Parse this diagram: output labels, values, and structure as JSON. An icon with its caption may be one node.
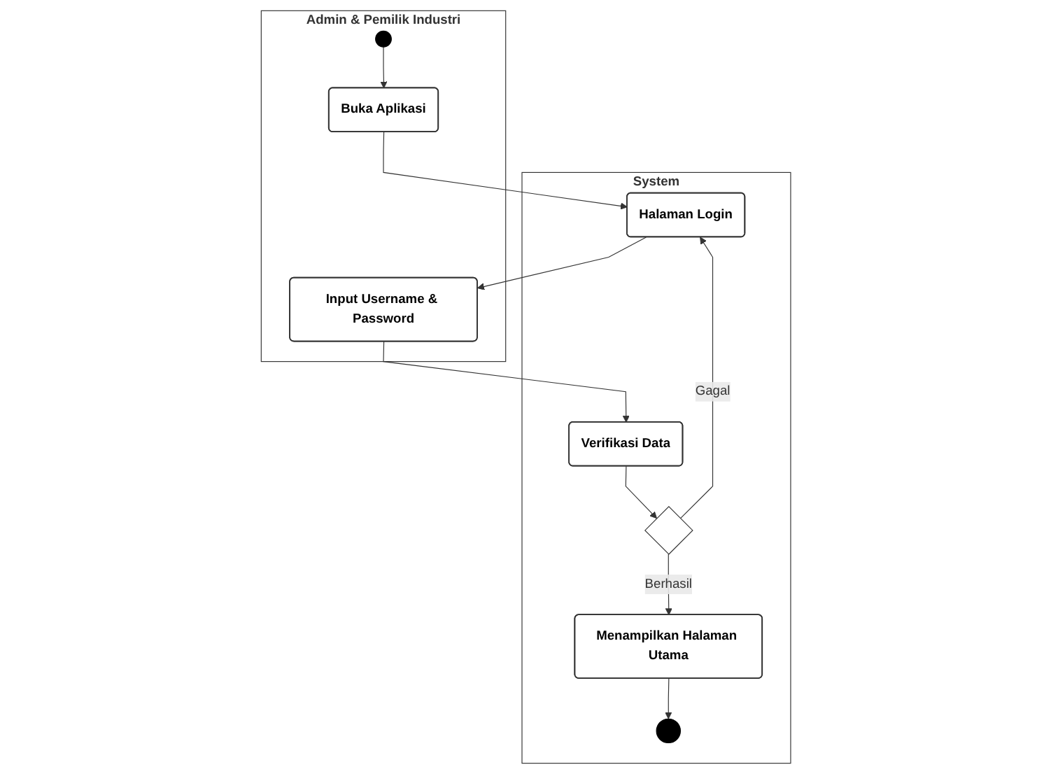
{
  "diagram": {
    "nodes": [
      {
        "text": [
          "Admin & Pemilik Industri"
        ]
      },
      {
        "text": [
          "System"
        ]
      },
      {
        "text": [],
        "shape": "circle",
        "in": 0
      },
      {
        "text": [
          "Buka Aplikasi"
        ],
        "in": 0
      },
      {
        "text": [
          "Halaman Login"
        ],
        "in": 1
      },
      {
        "text": [
          "Input Username & Password"
        ],
        "in": 0
      },
      {
        "text": [
          "Verifikasi Data"
        ],
        "in": 1
      },
      {
        "text": [],
        "shape": "diamond",
        "in": 1
      },
      {
        "text": [
          "Menampilkan Halaman Utama"
        ],
        "in": 1
      },
      {
        "text": [],
        "shape": "circle",
        "in": 1
      }
    ],
    "edges": [
      {
        "from": 2,
        "to": 3,
        "arrow": "to"
      },
      {
        "from": 3,
        "to": 4,
        "arrow": "to"
      },
      {
        "from": 4,
        "to": 5,
        "arrow": "to"
      },
      {
        "from": 5,
        "to": 6,
        "arrow": "to"
      },
      {
        "from": 6,
        "to": 7,
        "arrow": "to"
      },
      {
        "from": 7,
        "to": 4,
        "label": "Gagal",
        "arrow": "to"
      },
      {
        "from": 7,
        "to": 8,
        "label": "Berhasil",
        "arrow": "to"
      },
      {
        "from": 8,
        "to": 9,
        "arrow": "to"
      }
    ]
  }
}
